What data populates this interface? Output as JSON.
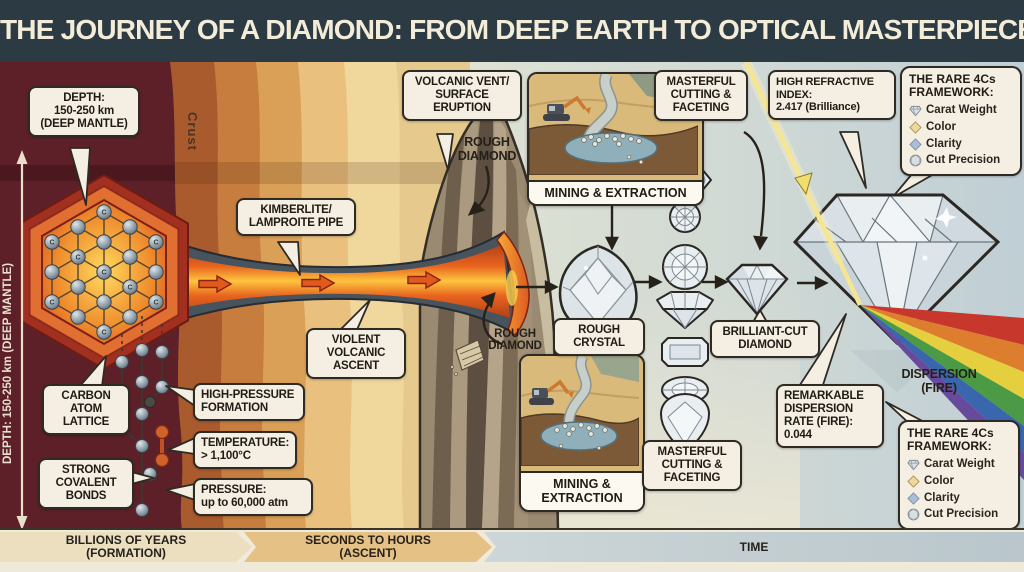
{
  "header": {
    "title": "THE JOURNEY OF A DIAMOND: FROM DEEP EARTH TO OPTICAL MASTERPIECE"
  },
  "formation": {
    "depth_callout": "DEPTH:\n150-250 km\n(DEEP MANTLE)",
    "depth_axis": "DEPTH: 150-250 km (DEEP MANTLE)",
    "crust_label": "Crust",
    "carbon_lattice": "CARBON\nATOM\nLATTICE",
    "covalent_bonds": "STRONG\nCOVALENT\nBONDS",
    "high_pressure": "HIGH-PRESSURE\nFORMATION",
    "temperature": "TEMPERATURE:\n> 1,100°C",
    "pressure": "PRESSURE:\nup to 60,000 atm",
    "atom_symbol": "C"
  },
  "ascent": {
    "kimberlite": "KIMBERLITE/\nLAMPROITE PIPE",
    "vent": "VOLCANIC VENT/\nSURFACE\nERUPTION",
    "violent": "VIOLENT\nVOLCANIC\nASCENT",
    "rough_diamond_top": "ROUGH\nDIAMOND",
    "rough_diamond_bottom": "ROUGH\nDIAMOND"
  },
  "processing": {
    "mining_top_caption": "MINING & EXTRACTION",
    "mining_bottom_caption": "MINING &\nEXTRACTION",
    "rough_crystal": "ROUGH\nCRYSTAL",
    "cutting_top": "MASTERFUL\nCUTTING &\nFACETING",
    "cutting_bottom": "MASTERFUL\nCUTTING &\nFACETING",
    "brilliant_cut": "BRILLIANT-CUT\nDIAMOND"
  },
  "optics": {
    "refractive_index": "HIGH REFRACTIVE\nINDEX:\n2.417 (Brilliance)",
    "dispersion_rate": "REMARKABLE\nDISPERSION\nRATE (FIRE):\n0.044",
    "dispersion_fire": "DISPERSION\n(FIRE)"
  },
  "four_cs": {
    "title": "THE RARE 4Cs\nFRAMEWORK:",
    "items": [
      {
        "label": "Carat Weight",
        "icon": "carat-weight-diamond-icon",
        "color": "#dbe1e4"
      },
      {
        "label": "Color",
        "icon": "color-diamond-icon",
        "color": "#ecd9a2"
      },
      {
        "label": "Clarity",
        "icon": "clarity-diamond-icon",
        "color": "#aabfd5"
      },
      {
        "label": "Cut Precision",
        "icon": "cut-precision-icon",
        "color": "#d9dee1"
      }
    ]
  },
  "timeline": {
    "segments": [
      {
        "label": "BILLIONS OF YEARS\n(FORMATION)",
        "color": "#ebdfc0"
      },
      {
        "label": "SECONDS TO HOURS\n(ASCENT)",
        "color": "#e5c186"
      },
      {
        "label": "TIME",
        "color": "#c3ced2"
      }
    ]
  },
  "colors": {
    "header_bg": "#2c3a43",
    "mantle": "#5d2029",
    "lava": "#e8641f",
    "label_bg": "#f4efe2",
    "label_border": "#2e2a24",
    "rainbow": [
      "#c8372b",
      "#dd7e2e",
      "#e6cf3e",
      "#4c9a45",
      "#3a66ad",
      "#684a9c"
    ]
  }
}
